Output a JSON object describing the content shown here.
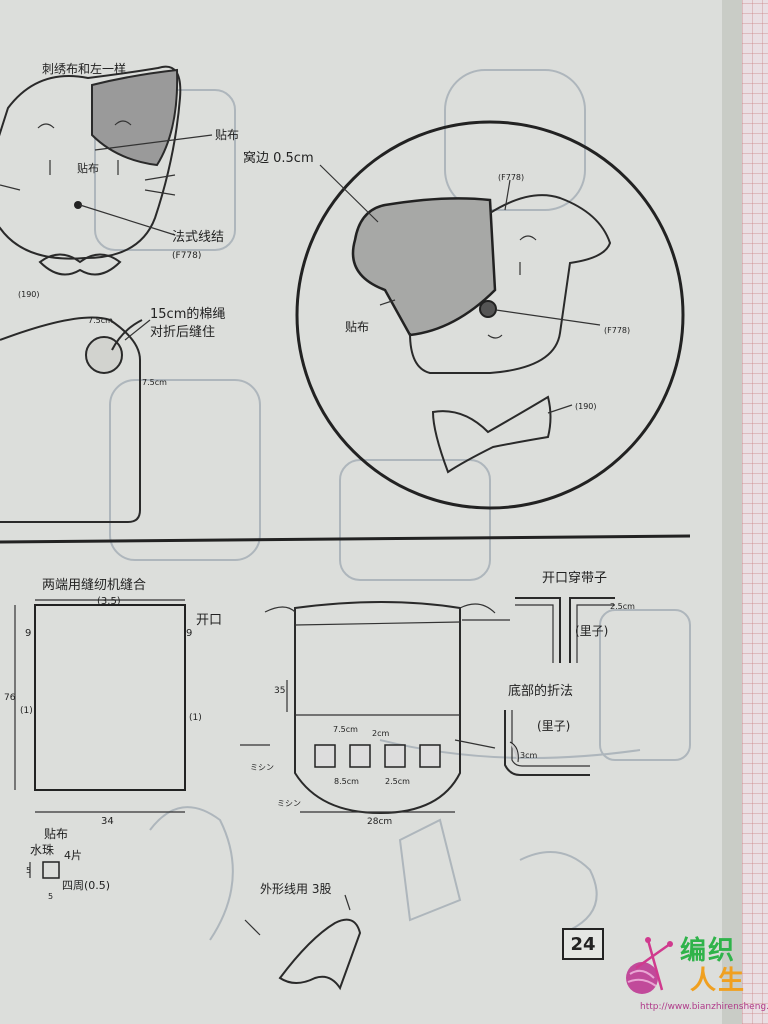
{
  "top": {
    "embroidery_note": "刺绣布和左一样",
    "label_applique_1": "贴布",
    "label_applique_inner": "贴布",
    "label_french_knot": "法式线结",
    "code_f778_left": "(F778)",
    "code_190_left": "(190)",
    "cord_note_line1": "15cm的棉绳",
    "cord_note_line2": "对折后缝住",
    "dim_7_5_top": "7.5cm",
    "dim_7_5_side": "7.5cm"
  },
  "circle": {
    "edge_label": "窝边 0.5cm",
    "code_f778_top": "(F778)",
    "code_f778_right": "(F778)",
    "code_190": "(190)",
    "label_applique": "贴布"
  },
  "bottom_left": {
    "title": "两端用缝纫机缝合",
    "dim_3_5": "(3.5)",
    "dim_9_left": "9",
    "dim_9_right": "9",
    "opening": "开口",
    "dim_76": "76",
    "dim_1_left": "(1)",
    "dim_1_right": "(1)",
    "dim_34": "34",
    "applique_label": "贴布",
    "dots_label": "水珠",
    "dots_count": "4片",
    "seam_label": "四周(0.5)",
    "dim_5_side": "5",
    "dim_5_bottom": "5"
  },
  "bottom_mid": {
    "dim_35": "35",
    "dim_7_5": "7.5cm",
    "dim_2": "2cm",
    "dim_8_5": "8.5cm",
    "dim_2_5": "2.5cm",
    "dim_28": "28cm",
    "machine_label_left": "ミシン",
    "machine_label_bottom": "ミシン",
    "outline_stitch": "外形线用 3股"
  },
  "bottom_right": {
    "opening_ribbon": "开口穿带子",
    "dim_2_5": "2.5cm",
    "lining_1": "(里子)",
    "bottom_fold": "底部的折法",
    "lining_2": "(里子)",
    "dim_3": "3cm"
  },
  "footer": {
    "page_number": "24",
    "logo_line1": "编织",
    "logo_line2": "人生",
    "logo_url": "http://www.bianzhirensheng.com"
  }
}
